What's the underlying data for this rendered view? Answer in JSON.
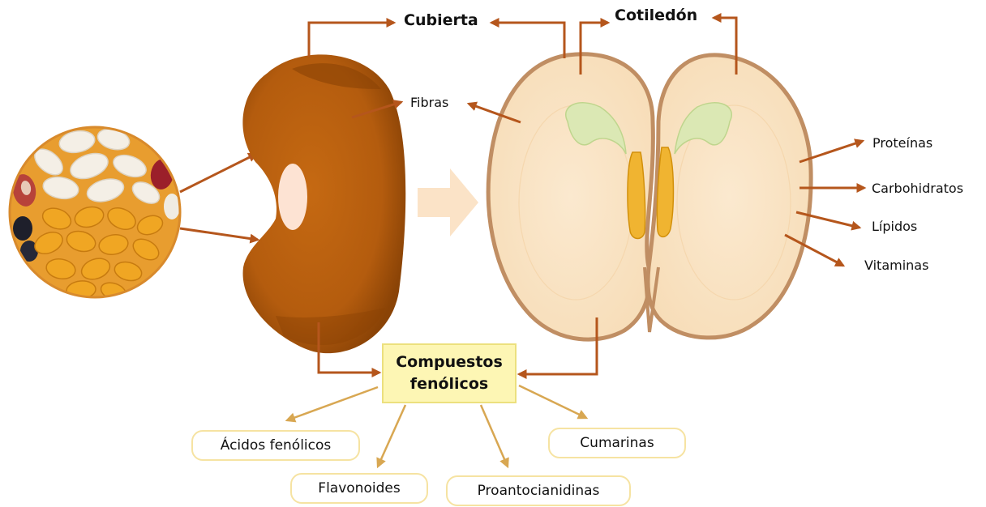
{
  "labels": {
    "cubierta": "Cubierta",
    "cotiledon": "Cotiledón",
    "fibras": "Fibras",
    "proteinas": "Proteínas",
    "carbohidratos": "Carbohidratos",
    "lipidos": "Lípidos",
    "vitaminas": "Vitaminas"
  },
  "hub": {
    "line1": "Compuestos",
    "line2": "fenólicos"
  },
  "compounds": {
    "acidos": "Ácidos fenólicos",
    "flavonoides": "Flavonoides",
    "proantocianidinas": "Proantocianidinas",
    "cumarinas": "Cumarinas"
  },
  "colors": {
    "arrow": "#b5561c",
    "seed_coat": "#b85c0f",
    "cotyledon_fill": "#f9e3c0",
    "cotyledon_border": "#c08e63",
    "hub_fill": "#fdf6b4",
    "pill_border": "#f6e3a2"
  }
}
